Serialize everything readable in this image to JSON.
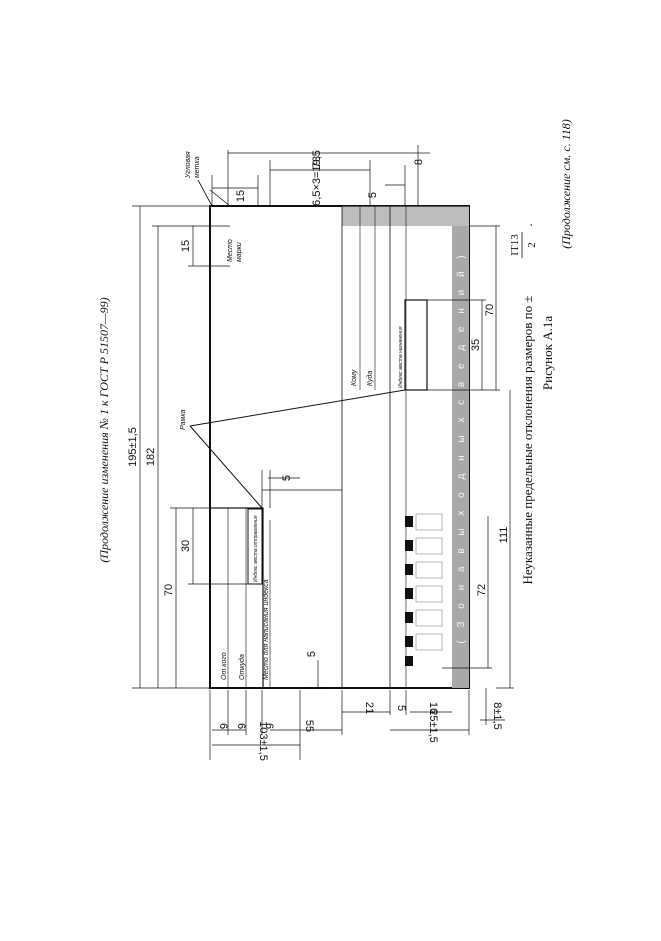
{
  "header": "(Продолжение изменения № 1 к ГОСТ Р 51507—99)",
  "footer_note": "(Продолжение см. с. 118)",
  "figure": {
    "caption": "Рисунок А.1а",
    "tolerance_prefix": "Неуказанные предельные отклонения размеров по ±",
    "tolerance_num": "IT13",
    "tolerance_den": "2",
    "tolerance_suffix": "."
  },
  "labels": {
    "corner_mark_line1": "Угловая",
    "corner_mark_line2": "метка",
    "stamp_place_line1": "Место",
    "stamp_place_line2": "марки",
    "frame": "Рамка",
    "from_whom": "От кого",
    "from_where": "Откуда",
    "sender_index_place": "Место для написания индекса",
    "sender_index_box": "Индекс места отправления",
    "to_whom": "Кому",
    "to_where": "Куда",
    "recipient_index_box": "Индекс места назначения",
    "output_zone": "( З о н а   в ы х о д н ы х   с в е д е н и й )"
  },
  "dimensions": {
    "overall_length": "195±1,5",
    "d182": "182",
    "d15_stamp": "15",
    "d15_corner": "15",
    "d73": "73",
    "d19_5": "6,5×3=19,5",
    "d8_top": "8",
    "d5_top": "5",
    "d70_right": "70",
    "d35": "35",
    "d111": "111",
    "d72": "72",
    "d70_left": "70",
    "d30": "30",
    "d5_index": "5",
    "d5_lower": "5",
    "d103": "103±1,5",
    "d55": "55",
    "d25": "25±1,5",
    "d21": "21",
    "d16": "16",
    "d5_bottom": "5",
    "d8_bottom": "8±1,5",
    "d6_a": "6",
    "d6_b": "6",
    "d6_c": "6"
  },
  "colors": {
    "ink": "#111111",
    "zone_band": "#a8a8a8",
    "code_block": "#111111",
    "code_ghost": "#b8b8b8"
  }
}
